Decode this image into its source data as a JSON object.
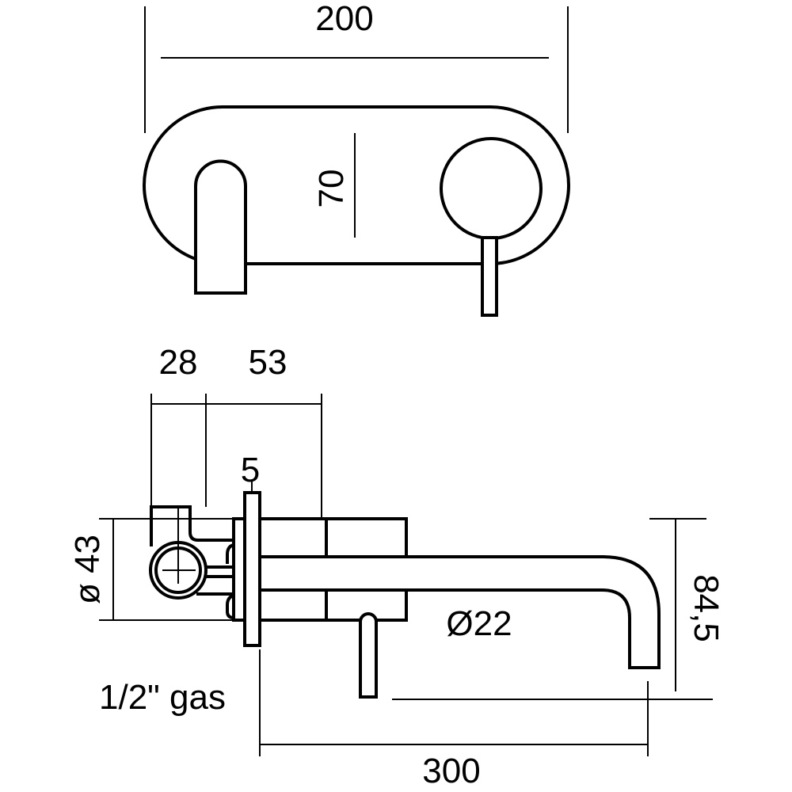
{
  "top_view": {
    "width_dim": "200",
    "height_dim": "70"
  },
  "side_view": {
    "dim_28": "28",
    "dim_53": "53",
    "dim_5": "5",
    "dim_diameter_43": "ø 43",
    "dim_diameter_22": "Ø22",
    "dim_84_5": "84,5",
    "dim_300": "300",
    "thread_label": "1/2\" gas"
  }
}
